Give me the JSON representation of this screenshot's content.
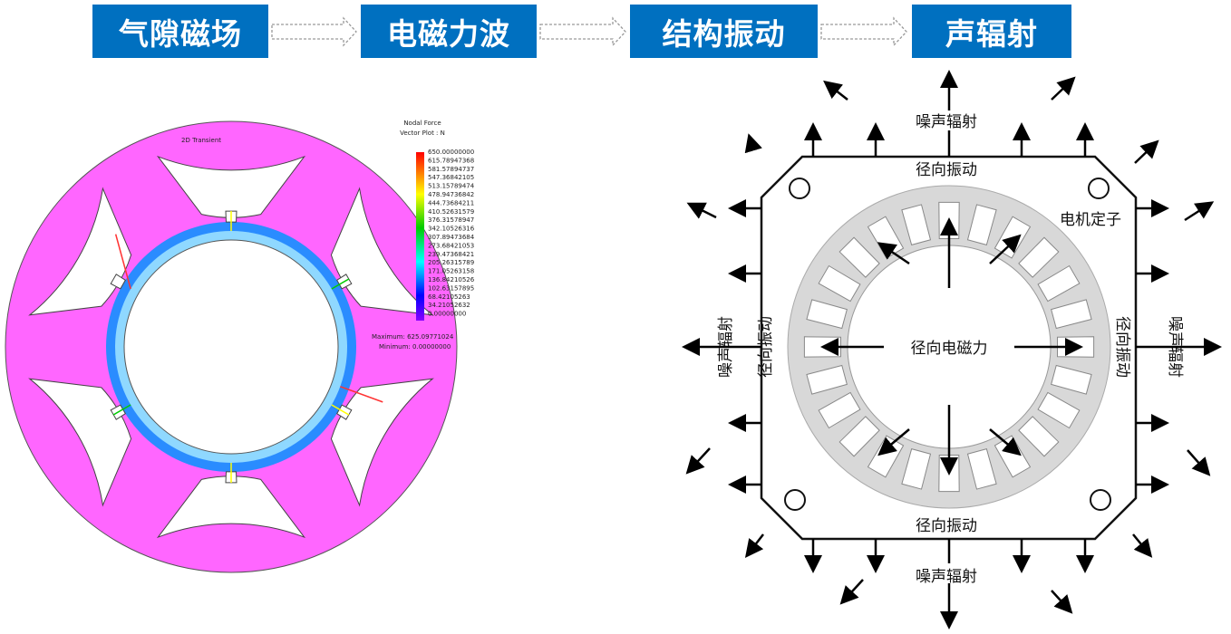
{
  "flow_steps": [
    "气隙磁场",
    "电磁力波",
    "结构振动",
    "声辐射"
  ],
  "colors": {
    "step_bg": "#0070c0",
    "stator": "#ff66ff",
    "force_band": "#2a8cff"
  },
  "left_figure": {
    "title": "2D Transient",
    "legend_title_1": "Nodal Force",
    "legend_title_2": "Vector Plot : N",
    "legend_values": [
      "650.00000000",
      "615.78947368",
      "581.57894737",
      "547.36842105",
      "513.15789474",
      "478.94736842",
      "444.73684211",
      "410.52631579",
      "376.31578947",
      "342.10526316",
      "307.89473684",
      "273.68421053",
      "239.47368421",
      "205.26315789",
      "171.05263158",
      "136.84210526",
      "102.63157895",
      "68.42105263",
      "34.21052632",
      "0.00000000"
    ],
    "maximum": "Maximum: 625.09771024",
    "minimum": "Minimum: 0.00000000"
  },
  "right_figure": {
    "noise_top": "噪声辐射",
    "noise_bottom": "噪声辐射",
    "noise_left": "噪声辐射",
    "noise_right": "噪声辐射",
    "vib_top": "径向振动",
    "vib_bottom": "径向振动",
    "vib_left": "径向振动",
    "vib_right": "径向振动",
    "stator": "电机定子",
    "force": "径向电磁力"
  }
}
